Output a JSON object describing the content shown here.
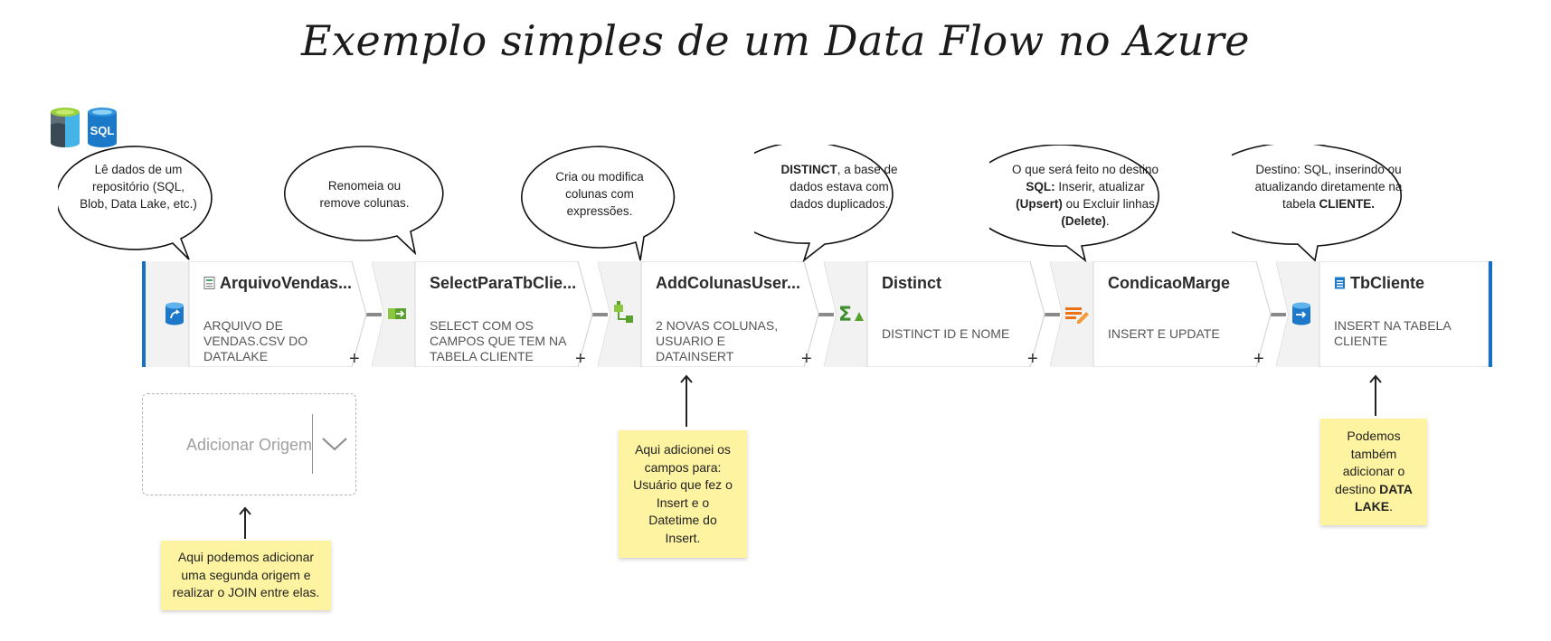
{
  "title": "Exemplo simples de um Data Flow no Azure",
  "nodes": [
    {
      "name": "ArquivoVendas...",
      "desc": "ARQUIVO DE VENDAS.CSV DO DATALAKE",
      "icon": "source-icon"
    },
    {
      "name": "SelectParaTbClie...",
      "desc": "SELECT COM OS CAMPOS QUE TEM NA TABELA CLIENTE",
      "icon": "select-icon"
    },
    {
      "name": "AddColunasUser...",
      "desc": "2 NOVAS COLUNAS, USUARIO E DATAINSERT",
      "icon": "derived-column-icon"
    },
    {
      "name": "Distinct",
      "desc": "DISTINCT ID E NOME",
      "icon": "aggregate-icon"
    },
    {
      "name": "CondicaoMarge",
      "desc": "INSERT E UPDATE",
      "icon": "alter-row-icon"
    },
    {
      "name": "TbCliente",
      "desc": "INSERT NA TABELA CLIENTE",
      "icon": "sink-icon"
    }
  ],
  "plus_label": "+",
  "bubbles": [
    {
      "text": "Lê dados de um repositório (SQL, Blob, Data Lake, etc.)"
    },
    {
      "text": "Renomeia ou remove colunas."
    },
    {
      "text": "Cria ou modifica colunas com expressões."
    },
    {
      "bold1": "DISTINCT",
      "text1": ", a base de dados estava com dados duplicados."
    },
    {
      "text1": "O que será feito no destino ",
      "bold1": "SQL:",
      "text2": " Inserir, atualizar ",
      "bold2": "(Upsert)",
      "text3": " ou Excluir linhas ",
      "bold3": "(Delete)",
      "text4": "."
    },
    {
      "text1": "Destino: SQL, inserindo ou atualizando diretamente na tabela ",
      "bold1": "CLIENTE."
    }
  ],
  "add_source": {
    "label": "Adicionar Origem"
  },
  "notes": [
    {
      "text": "Aqui podemos adicionar uma segunda origem e realizar o JOIN entre elas."
    },
    {
      "text": "Aqui adicionei os campos para: Usuário que fez o Insert e o Datetime do Insert."
    },
    {
      "text1": "Podemos também adicionar o destino ",
      "bold1": "DATA LAKE",
      "text2": "."
    }
  ],
  "logos": {
    "left": "data-lake-icon",
    "right": "sql-database-icon",
    "sql_label": "SQL"
  },
  "colors": {
    "accent": "#1770c8",
    "sticky": "#fdf3a1",
    "node_bg": "#ffffff",
    "node_tab": "#f2f2f2"
  }
}
